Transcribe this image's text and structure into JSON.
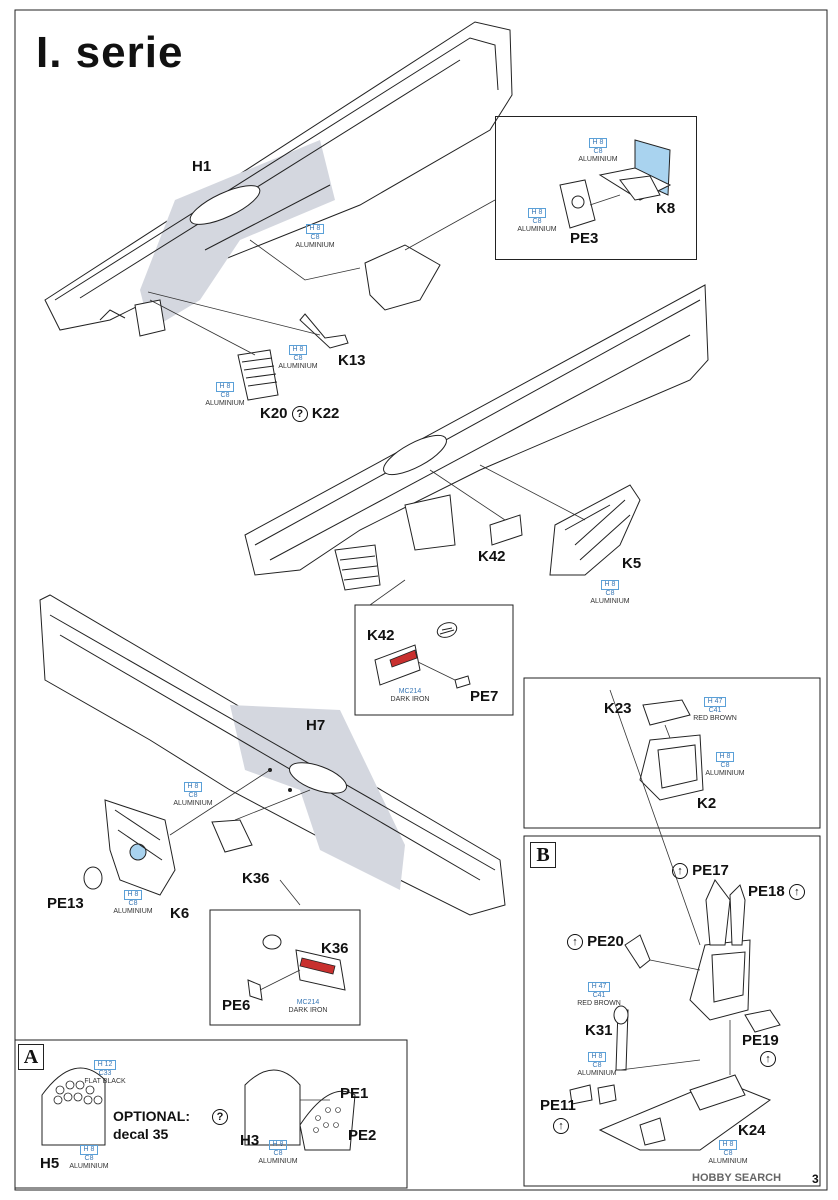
{
  "page": {
    "title": "I. serie",
    "page_number": "3",
    "watermark": "HOBBY SEARCH"
  },
  "parts": {
    "h1": "H1",
    "k13": "K13",
    "k8": "K8",
    "pe3": "PE3",
    "k20_k22_a": "K20",
    "k20_k22_b": "K22",
    "k20_k22_sym": "?",
    "k42": "K42",
    "k5": "K5",
    "k42_detail": "K42",
    "pe7": "PE7",
    "h7": "H7",
    "pe13": "PE13",
    "k6": "K6",
    "k36": "K36",
    "k36_detail": "K36",
    "pe6": "PE6",
    "k23": "K23",
    "k2": "K2",
    "pe17": "PE17",
    "pe18": "PE18",
    "pe20": "PE20",
    "k31": "K31",
    "pe19": "PE19",
    "pe11": "PE11",
    "k24": "K24",
    "h5": "H5",
    "h3": "H3",
    "pe1": "PE1",
    "pe2": "PE2"
  },
  "optional": {
    "line1": "OPTIONAL:",
    "line2": "decal 35",
    "sym": "?"
  },
  "badges": {
    "a": "A",
    "b": "B"
  },
  "colors": {
    "alu": {
      "h": "H 8",
      "c": "C8",
      "n": "ALUMINIUM"
    },
    "iron": {
      "c": "MC214",
      "n": "DARK IRON"
    },
    "brown": {
      "h": "H 47",
      "c": "C41",
      "n": "RED BROWN"
    },
    "black": {
      "h": "H 12",
      "c": "C33",
      "n": "FLAT BLACK"
    }
  },
  "k31_color": {
    "h": "H 8",
    "c": "C8",
    "n": "ALUMINIUM"
  },
  "accent": {
    "shade": "#d4d7df",
    "callout": "#3a78b5",
    "highlight": "#c8302e",
    "glass": "#a9d3ef"
  }
}
